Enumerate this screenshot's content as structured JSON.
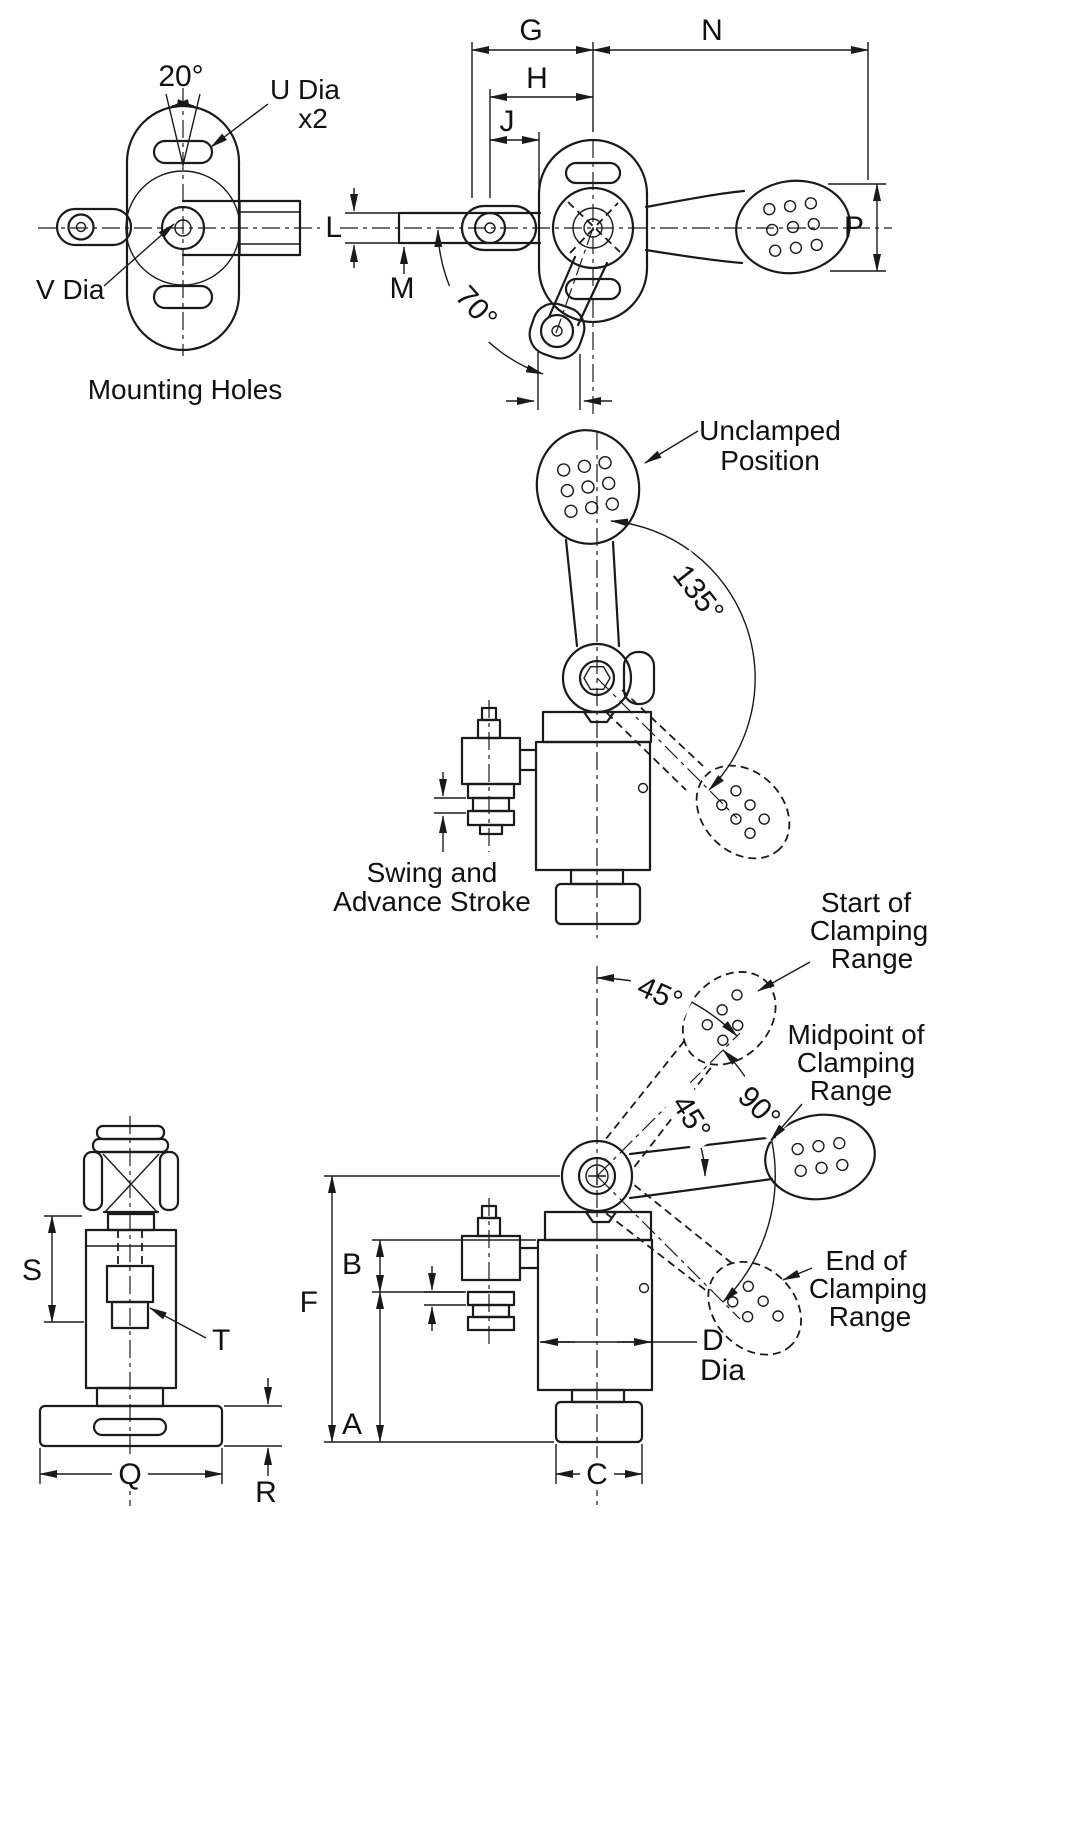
{
  "views": {
    "mounting": {
      "caption": "Mounting Holes",
      "angle_20": "20°",
      "u_dia": [
        "U Dia",
        "x2"
      ],
      "v_dia": "V Dia"
    },
    "top": {
      "dim_g": "G",
      "dim_n": "N",
      "dim_h": "H",
      "dim_j": "J",
      "dim_l": "L",
      "dim_m": "M",
      "dim_p": "P",
      "angle_70": "70°"
    },
    "swing": {
      "unclamped": [
        "Unclamped",
        "Position"
      ],
      "angle_135": "135°",
      "stroke": [
        "Swing and",
        "Advance Stroke"
      ]
    },
    "front": {
      "dim_s": "S",
      "dim_t": "T",
      "dim_q": "Q",
      "dim_r": "R"
    },
    "range": {
      "angle_45_start": "45°",
      "angle_45_mid": "45°",
      "angle_90": "90°",
      "start": [
        "Start of",
        "Clamping",
        "Range"
      ],
      "midpoint": [
        "Midpoint of",
        "Clamping",
        "Range"
      ],
      "end": [
        "End of",
        "Clamping",
        "Range"
      ],
      "dim_f": "F",
      "dim_b": "B",
      "dim_a": "A",
      "dim_c": "C",
      "dim_d": [
        "D",
        "Dia"
      ]
    }
  }
}
